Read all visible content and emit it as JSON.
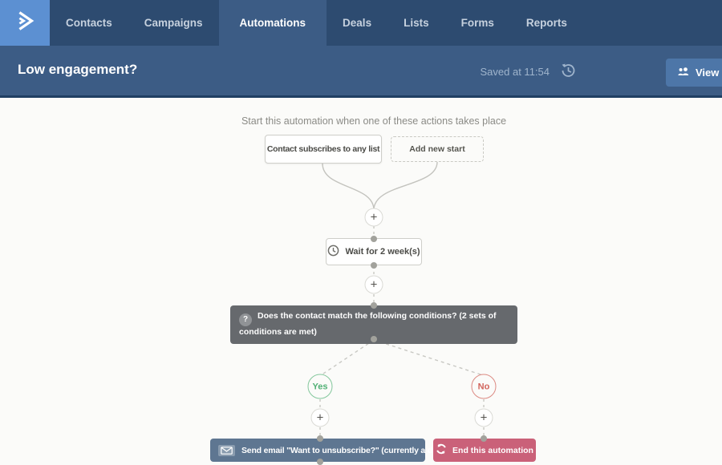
{
  "nav": {
    "items": [
      {
        "label": "Contacts",
        "active": false
      },
      {
        "label": "Campaigns",
        "active": false
      },
      {
        "label": "Automations",
        "active": true
      },
      {
        "label": "Deals",
        "active": false
      },
      {
        "label": "Lists",
        "active": false
      },
      {
        "label": "Forms",
        "active": false
      },
      {
        "label": "Reports",
        "active": false
      }
    ]
  },
  "header": {
    "title": "Low engagement?",
    "saved_status": "Saved at 11:54",
    "view_button_label": "View c"
  },
  "flow": {
    "intro": "Start this automation when one of these actions takes place",
    "trigger_label": "Contact subscribes to any list",
    "add_start_label": "Add new start",
    "wait_label": "Wait for 2 week(s)",
    "condition_label": "Does the contact match the following conditions? (2 sets of conditions are met)",
    "yes_label": "Yes",
    "no_label": "No",
    "send_email_label": "Send email \"Want to unsubscribe?\" (currently a draft)",
    "end_label": "End this automation",
    "plus_glyph": "+",
    "question_glyph": "?"
  },
  "colors": {
    "nav_bg": "#2d4b70",
    "active_bg": "#3c5c85",
    "logo_bg": "#5c90d2",
    "view_button_bg": "#4d76a8",
    "condition_bg": "#66696d",
    "email_button_bg": "#5e7691",
    "end_button_bg": "#ca6179",
    "yes_green": "#52b176",
    "no_red": "#d2645c"
  }
}
